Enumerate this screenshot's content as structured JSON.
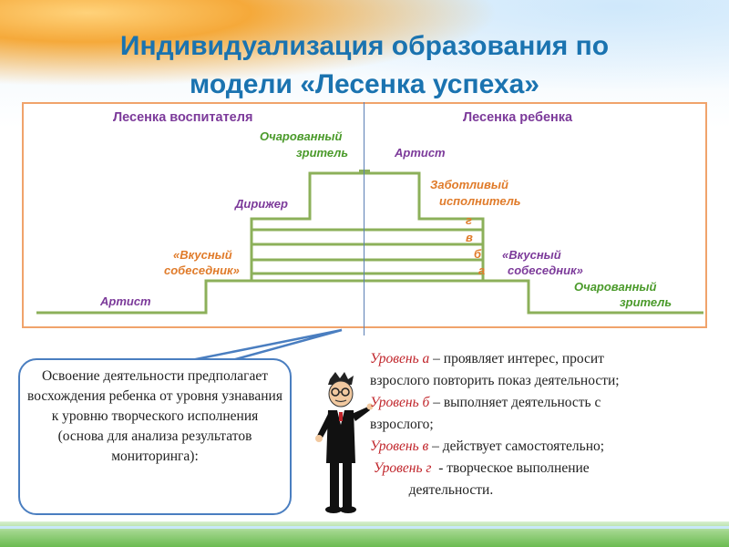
{
  "title_line1": "Индивидуализация образования по",
  "title_line2": "модели «Лесенка успеха»",
  "left_header": "Лесенка воспитателя",
  "right_header": "Лесенка  ребенка",
  "left_labels": {
    "charmed1": "Очарованный",
    "charmed2": "зритель",
    "conductor": "Дирижер",
    "tasty1": "«Вкусный",
    "tasty2": "собеседник»",
    "artist": "Артист"
  },
  "right_labels": {
    "artist": "Артист",
    "caring1": "Заботливый",
    "caring2": "исполнитель",
    "g": "г",
    "v": "в",
    "b": "б",
    "a": "а",
    "tasty1": "«Вкусный",
    "tasty2": "собеседник»",
    "charmed1": "Очарованный",
    "charmed2": "зритель"
  },
  "callout_text": "Освоение деятельности предполагает восхождения ребенка от уровня узнавания к уровню творческого исполнения (основа для анализа результатов мониторинга):",
  "levels": [
    {
      "name": "Уровень а",
      "text": " – проявляет интерес, просит"
    },
    {
      "name": "",
      "text": "взрослого повторить  показ деятельности;"
    },
    {
      "name": "Уровень б",
      "text": " – выполняет деятельность с"
    },
    {
      "name": "",
      "text": " взрослого;"
    },
    {
      "name": "Уровень в",
      "text": " – действует самостоятельно;"
    },
    {
      "name": " Уровень г",
      "text": "  - творческое выполнение"
    },
    {
      "name": "",
      "text": "           деятельности."
    }
  ],
  "colors": {
    "title": "#1a73b0",
    "ladder": "#8cb05a",
    "frame": "#f0a36b",
    "level_name": "#c0242a"
  },
  "figure": "cartoon-man-pointing"
}
